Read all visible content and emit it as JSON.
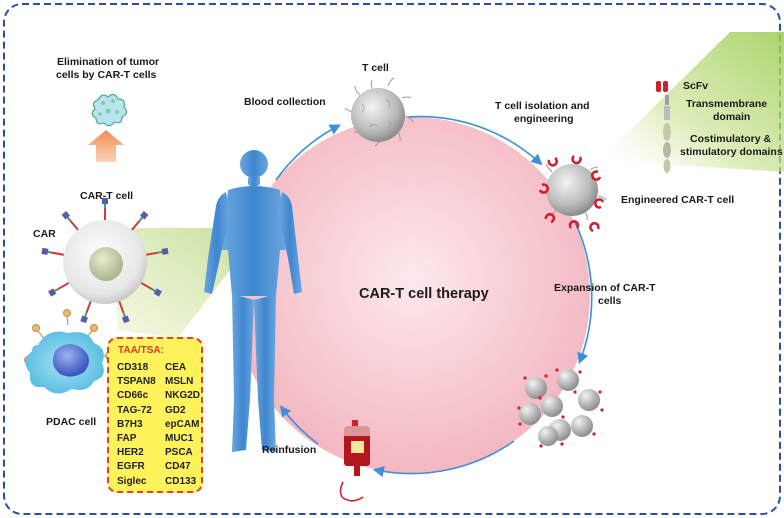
{
  "labels": {
    "title": "CAR-T cell therapy",
    "t_cell": "T cell",
    "blood_collection": "Blood collection",
    "isolation_line1": "T cell isolation and",
    "isolation_line2": "engineering",
    "scfv": "ScFv",
    "transmembrane_line1": "Transmembrane",
    "transmembrane_line2": "domain",
    "costim_line1": "Costimulatory &",
    "costim_line2": "stimulatory domains",
    "engineered": "Engineered CAR-T cell",
    "expansion_line1": "Expansion of CAR-T",
    "expansion_line2": "cells",
    "reinfusion": "Reinfusion",
    "elimination_line1": "Elimination of tumor",
    "elimination_line2": "cells by CAR-T cells",
    "car_t_cell": "CAR-T cell",
    "car": "CAR",
    "pdac": "PDAC cell"
  },
  "antigens": {
    "title": "TAA/TSA:",
    "col1": [
      "CD318",
      "TSPAN8",
      "CD66c",
      "TAG-72",
      "B7H3",
      "FAP",
      "HER2",
      "EGFR",
      "Siglec"
    ],
    "col2": [
      "CEA",
      "MSLN",
      "NKG2D",
      "GD2",
      "epCAM",
      "MUC1",
      "PSCA",
      "CD47",
      "CD133"
    ]
  },
  "colors": {
    "cycle_fill": "#f6c9cf",
    "arrow": "#3d8fd6",
    "frame": "#2b4fa8",
    "receptor": "#d0202a",
    "human": "#4d8fd0",
    "taa_box": "#fff35c",
    "taa_border": "#e8402f",
    "tumor": "#7fd0ea",
    "up_arrow": "#f4a06a"
  }
}
